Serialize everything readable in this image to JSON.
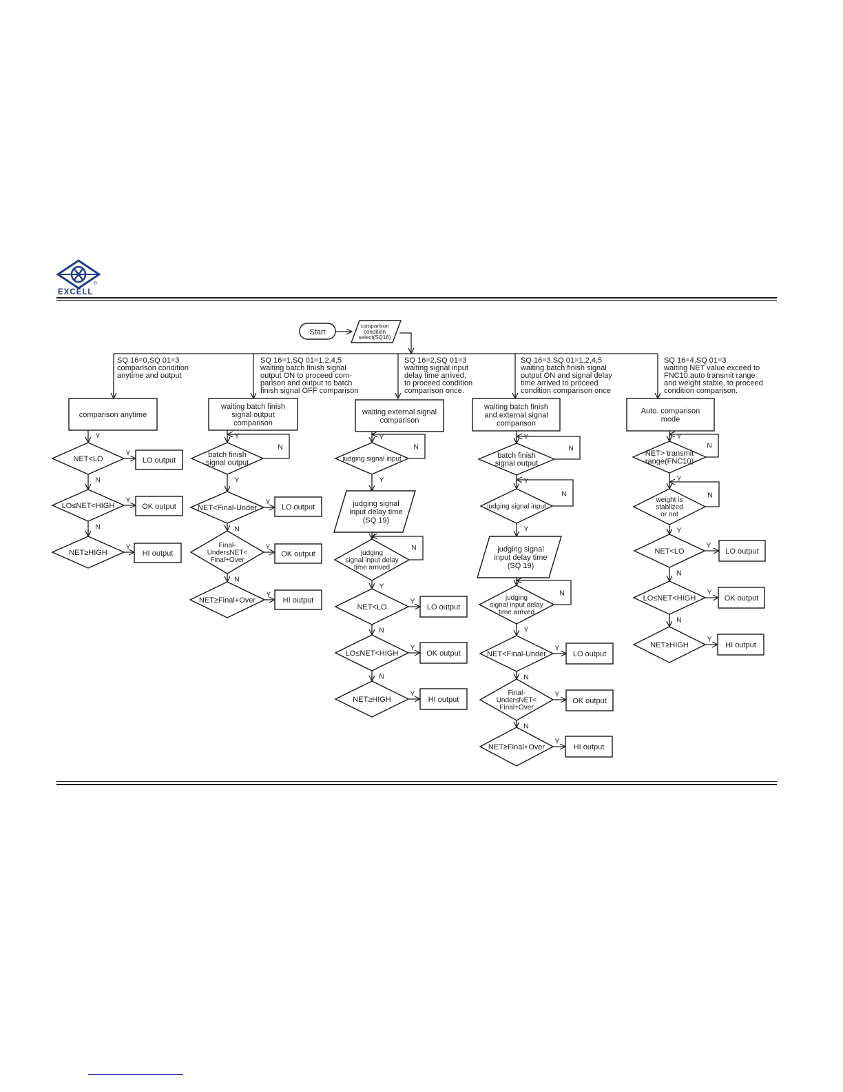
{
  "brand": {
    "name": "EXCELL",
    "registered": "®"
  },
  "flow": {
    "start": "Start",
    "select": [
      "comparison",
      "condition",
      "select(SQ16)"
    ],
    "labels": {
      "yes": "Y",
      "no": "N"
    },
    "columns": [
      {
        "condition": [
          "SQ 16=0,SQ 01=3",
          "comparison condition",
          "anytime and output"
        ],
        "box": [
          "comparison anytime"
        ],
        "steps": [
          {
            "text": [
              "NET<LO"
            ],
            "yes": "LO output"
          },
          {
            "text": [
              "LO≤NET<HIGH"
            ],
            "yes": "OK output"
          },
          {
            "text": [
              "NET≥HIGH"
            ],
            "yes": "HI output"
          }
        ]
      },
      {
        "condition": [
          "SQ 16=1,SQ 01=1,2,4,5",
          "waiting batch finish signal",
          "output ON to proceed com-",
          "parison and output to batch",
          "finish signal OFF comparison"
        ],
        "box": [
          "waiting batch finish",
          "signal output",
          "comparison"
        ],
        "steps": [
          {
            "text": [
              "batch finish",
              "signal output"
            ],
            "no_loop": true
          },
          {
            "text": [
              "NET<Final-Under"
            ],
            "yes": "LO output"
          },
          {
            "text": [
              "Final-",
              "Under≤NET<",
              "Final+Over"
            ],
            "yes": "OK output"
          },
          {
            "text": [
              "NET≥Final+Over"
            ],
            "yes": "HI output"
          }
        ]
      },
      {
        "condition": [
          "SQ 16=2,SQ 01=3",
          "waiting signal input",
          "delay time arrived,",
          "to proceed condition",
          "comparison once."
        ],
        "box": [
          "waiting external signal",
          "comparison"
        ],
        "steps": [
          {
            "text": [
              "judging signal input"
            ],
            "no_loop": true
          },
          {
            "text": [
              "judging signal",
              "input delay time",
              "(SQ 19)"
            ],
            "shape": "parallelogram"
          },
          {
            "text": [
              "judging",
              "signal input delay",
              "time arrived"
            ],
            "no_loop": true
          },
          {
            "text": [
              "NET<LO"
            ],
            "yes": "LO output"
          },
          {
            "text": [
              "LO≤NET<HIGH"
            ],
            "yes": "OK output"
          },
          {
            "text": [
              "NET≥HIGH"
            ],
            "yes": "HI output"
          }
        ]
      },
      {
        "condition": [
          "SQ 16=3,SQ 01=1,2,4,5",
          "waiting batch finish signal",
          "output ON and signal delay",
          "time arrived to proceed",
          "condition comparison once"
        ],
        "box": [
          "waiting batch finish",
          "and external signal",
          "comparison"
        ],
        "steps": [
          {
            "text": [
              "batch finish",
              "signal output"
            ],
            "no_loop": true
          },
          {
            "text": [
              "judging signal input"
            ],
            "no_loop": true
          },
          {
            "text": [
              "judging signal",
              "input delay time",
              "(SQ 19)"
            ],
            "shape": "parallelogram"
          },
          {
            "text": [
              "judging",
              "signal input delay",
              "time arrived"
            ],
            "no_loop": true
          },
          {
            "text": [
              "NET<Final-Under"
            ],
            "yes": "LO output"
          },
          {
            "text": [
              "Final-",
              "Under≤NET<",
              "Final+Over"
            ],
            "yes": "OK output"
          },
          {
            "text": [
              "NET≥Final+Over"
            ],
            "yes": "HI output"
          }
        ]
      },
      {
        "condition": [
          "SQ 16=4,SQ 01=3",
          "waiting NET value exceed to",
          "FNC10,auto transmit range",
          "and weight stable, to proceed",
          "condition comparison."
        ],
        "box": [
          "Auto. comparison",
          "mode"
        ],
        "steps": [
          {
            "text": [
              "NET> transmit",
              "range(FNC10)"
            ],
            "no_loop": true
          },
          {
            "text": [
              "weight is",
              "stablized",
              "or not"
            ],
            "no_loop": true
          },
          {
            "text": [
              "NET<LO"
            ],
            "yes": "LO output"
          },
          {
            "text": [
              "LO≤NET<HIGH"
            ],
            "yes": "OK output"
          },
          {
            "text": [
              "NET≥HIGH"
            ],
            "yes": "HI output"
          }
        ]
      }
    ]
  }
}
